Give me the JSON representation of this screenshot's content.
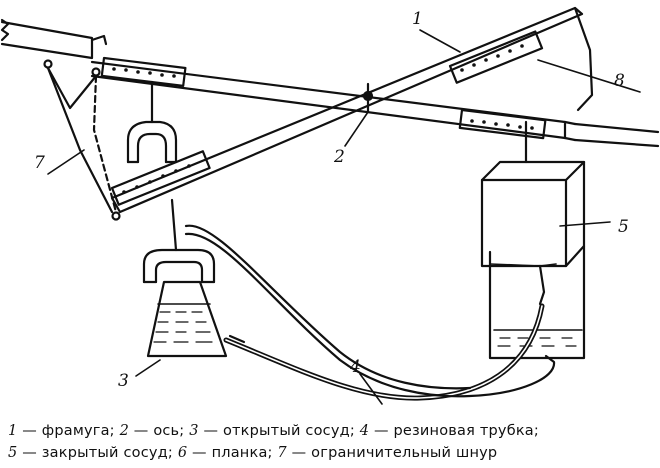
{
  "labels": {
    "l1": "1",
    "l2": "2",
    "l3": "3",
    "l4": "4",
    "l5": "5",
    "l7": "7",
    "l8": "8"
  },
  "caption": {
    "n1": "1",
    "t1": " — фрамуга;  ",
    "n2": "2",
    "t2": " — ось;  ",
    "n3": "3",
    "t3": " — открытый сосуд;  ",
    "n4": "4",
    "t4": " — резиновая трубка;",
    "n5": "5",
    "t5": " — закрытый сосуд;  ",
    "n6": "6",
    "t6": " — планка;  ",
    "n7": "7",
    "t7": " — ограничительный шнур"
  }
}
